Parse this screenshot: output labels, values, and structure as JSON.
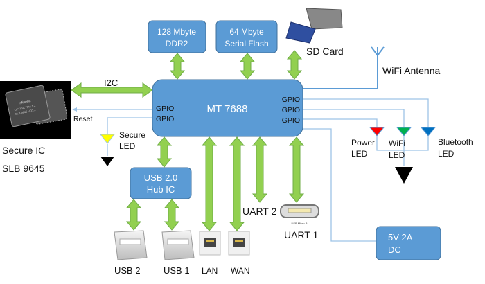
{
  "blocks": {
    "cpu": "MT 7688",
    "ddr": [
      "128 Mbyte",
      "DDR2"
    ],
    "flash": [
      "64 Mbyte",
      "Serial Flash"
    ],
    "hub": [
      "USB 2.0",
      "Hub IC"
    ],
    "power": [
      "5V 2A",
      "DC"
    ]
  },
  "gpio": [
    "GPIO",
    "GPIO",
    "GPIO",
    "GPIO",
    "GPIO"
  ],
  "labels": {
    "i2c": "I2C",
    "reset": "Reset",
    "secure_ic": "Secure IC",
    "secure_ic_part": "SLB 9645",
    "secure_led": [
      "Secure",
      "LED"
    ],
    "sd_card": "SD Card",
    "wifi_antenna": "WiFi Antenna",
    "power_led": [
      "Power",
      "LED"
    ],
    "wifi_led": [
      "WiFi",
      "LED"
    ],
    "bt_led": [
      "Bluetooth",
      "LED"
    ],
    "uart2": "UART 2",
    "uart1": "UART 1",
    "usb_micro": "USB Micro-B",
    "usb2": "USB 2",
    "usb1": "USB 1",
    "lan": "LAN",
    "wan": "WAN",
    "chip_marking": [
      "Infineon",
      "OPTIGA TPM 1.2",
      "SLB 9645 VQ1.2"
    ]
  },
  "colors": {
    "block_fill": "#5b9bd5",
    "block_stroke": "#41719c",
    "arrow_fill": "#92d050",
    "arrow_stroke": "#70ad47",
    "wire": "#9dc3e6",
    "led_power": "#ff0000",
    "led_wifi": "#00b050",
    "led_bt": "#0070c0",
    "led_secure": "#ffff00"
  }
}
